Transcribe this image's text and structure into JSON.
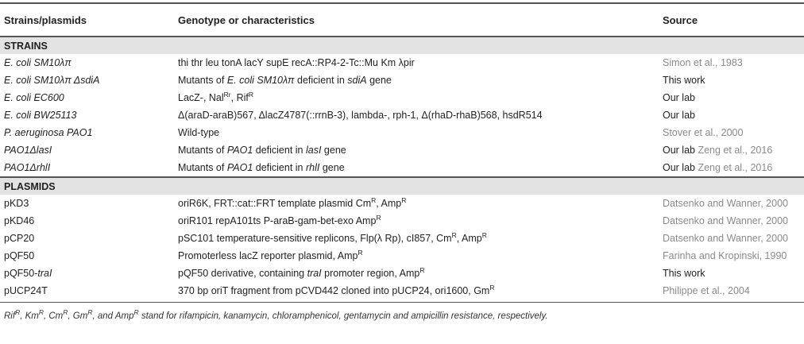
{
  "header": {
    "col1": "Strains/plasmids",
    "col2": "Genotype or characteristics",
    "col3": "Source"
  },
  "sections": {
    "strains": "STRAINS",
    "plasmids": "PLASMIDS"
  },
  "strains": [
    {
      "name": "E. coli SM10λπ",
      "genotype": "thi thr leu tonA lacY supE recA::RP4-2-Tc::Mu Km λpir",
      "source": "Simon et al., 1983"
    },
    {
      "name": "E. coli SM10λπ ΔsdiA",
      "genotype_pre": "Mutants of ",
      "genotype_it": "E. coli SM10λπ",
      "genotype_mid": " deficient in ",
      "genotype_it2": "sdiA",
      "genotype_post": " gene",
      "source": "This work"
    },
    {
      "name": "E. coli EC600",
      "genotype_a": "LacZ-, Nal",
      "genotype_a_sup": "Rr",
      "genotype_b": ", Rif",
      "genotype_b_sup": "R",
      "source": "Our lab"
    },
    {
      "name": "E. coli BW25113",
      "genotype": "Δ(araD-araB)567, ΔlacZ4787(::rrnB-3), lambda-, rph-1, Δ(rhaD-rhaB)568, hsdR514",
      "source": "Our lab"
    },
    {
      "name": "P. aeruginosa PAO1",
      "genotype": "Wild-type",
      "source": "Stover et al., 2000"
    },
    {
      "name": "PAO1ΔlasI",
      "genotype_pre": "Mutants of ",
      "genotype_it": "PAO1",
      "genotype_mid": " deficient in ",
      "genotype_it2": "lasI",
      "genotype_post": " gene",
      "source_a": "Our lab ",
      "source_b": "Zeng et al., 2016"
    },
    {
      "name": "PAO1ΔrhlI",
      "genotype_pre": "Mutants of ",
      "genotype_it": "PAO1",
      "genotype_mid": " deficient in ",
      "genotype_it2": "rhlI",
      "genotype_post": " gene",
      "source_a": "Our lab ",
      "source_b": "Zeng et al., 2016"
    }
  ],
  "plasmids": [
    {
      "name": "pKD3",
      "genotype_a": "oriR6K, FRT::cat::FRT template plasmid Cm",
      "sup1": "R",
      "genotype_b": ", Amp",
      "sup2": "R",
      "source": "Datsenko and Wanner, 2000"
    },
    {
      "name": "pKD46",
      "genotype_a": "oriR101 repA101ts P-araB-gam-bet-exo Amp",
      "sup1": "R",
      "source": "Datsenko and Wanner, 2000"
    },
    {
      "name": "pCP20",
      "genotype_a": "pSC101 temperature-sensitive replicons, Flp(λ Rp), cI857, Cm",
      "sup1": "R",
      "genotype_b": ", Amp",
      "sup2": "R",
      "source": "Datsenko and Wanner, 2000"
    },
    {
      "name": "pQF50",
      "genotype_a": "Promoterless lacZ reporter plasmid, Amp",
      "sup1": "R",
      "source": "Farinha and Kropinski, 1990"
    },
    {
      "name_a": "pQF50-",
      "name_it": "traI",
      "genotype_a": "pQF50 derivative, containing ",
      "genotype_it": "traI",
      "genotype_b": " promoter region, Amp",
      "sup1": "R",
      "source": "This work"
    },
    {
      "name": "pUCP24T",
      "genotype_a": "370 bp oriT fragment from pCVD442 cloned into pUCP24, ori1600, Gm",
      "sup1": "R",
      "source": "Philippe et al., 2004"
    }
  ],
  "footnote": {
    "rif": "Rif",
    "km": "Km",
    "cm": "Cm",
    "gm": "Gm",
    "amp": "Amp",
    "r": "R",
    "sep1": ", ",
    "sep2": ", ",
    "sep3": ", ",
    "sep4": ", and ",
    "tail": " stand for rifampicin, kanamycin, chloramphenicol, gentamycin and ampicillin resistance, respectively."
  }
}
